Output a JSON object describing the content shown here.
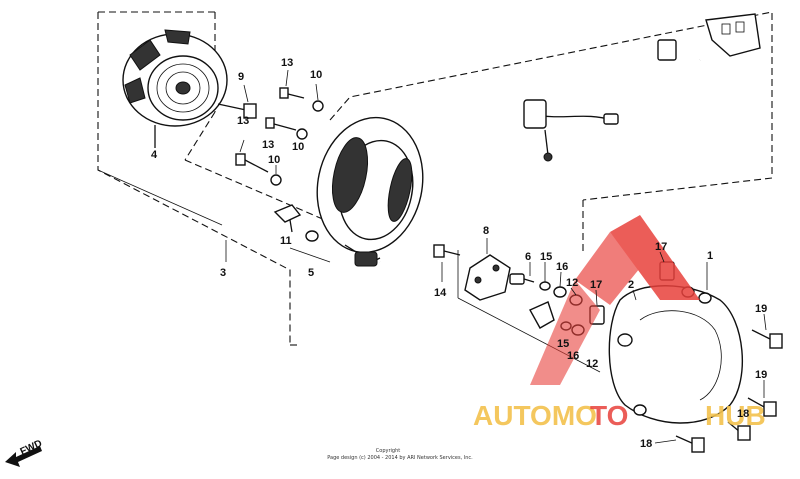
{
  "diagram": {
    "callouts": [
      {
        "key": "c1",
        "text": "1"
      },
      {
        "key": "c2",
        "text": "2"
      },
      {
        "key": "c3",
        "text": "3"
      },
      {
        "key": "c4",
        "text": "4"
      },
      {
        "key": "c5",
        "text": "5"
      },
      {
        "key": "c6",
        "text": "6"
      },
      {
        "key": "c8",
        "text": "8"
      },
      {
        "key": "c9",
        "text": "9"
      },
      {
        "key": "c10a",
        "text": "10"
      },
      {
        "key": "c10b",
        "text": "10"
      },
      {
        "key": "c10c",
        "text": "10"
      },
      {
        "key": "c11",
        "text": "11"
      },
      {
        "key": "c12a",
        "text": "12"
      },
      {
        "key": "c12b",
        "text": "12"
      },
      {
        "key": "c13a",
        "text": "13"
      },
      {
        "key": "c13b",
        "text": "13"
      },
      {
        "key": "c13c",
        "text": "13"
      },
      {
        "key": "c14",
        "text": "14"
      },
      {
        "key": "c15a",
        "text": "15"
      },
      {
        "key": "c15b",
        "text": "15"
      },
      {
        "key": "c16a",
        "text": "16"
      },
      {
        "key": "c16b",
        "text": "16"
      },
      {
        "key": "c17a",
        "text": "17"
      },
      {
        "key": "c17b",
        "text": "17"
      },
      {
        "key": "c18a",
        "text": "18"
      },
      {
        "key": "c18b",
        "text": "18"
      },
      {
        "key": "c19a",
        "text": "19"
      },
      {
        "key": "c19b",
        "text": "19"
      }
    ],
    "fwd_label": "FWD",
    "copyright_title": "Copyright",
    "copyright_line": "Page design (c) 2004 - 2014 by ARI Network Services, Inc.",
    "watermark": {
      "part1": "AUTOMO",
      "part2": "TO",
      "part3": "HUB",
      "color_text": "#f3c24d",
      "color_logo": "#e8413c"
    }
  }
}
